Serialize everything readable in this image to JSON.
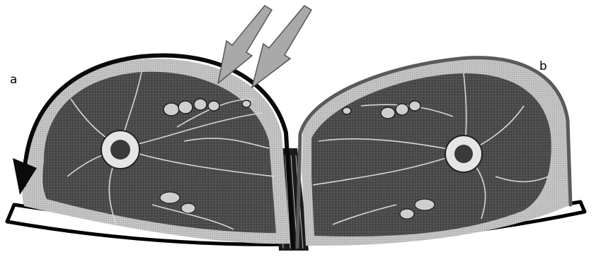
{
  "figure": {
    "panels": [
      {
        "id": "a",
        "label": "a"
      },
      {
        "id": "b",
        "label": "b"
      }
    ],
    "colors": {
      "muscle": "#4a4a4a",
      "skin": "#bdbdbd",
      "fascia": "#d6d6d6",
      "outline_a": "#0a0a0a",
      "outline_b": "#5a5a5a",
      "arrow_fill": "#a9a9a9",
      "board": "#ffffff"
    },
    "icons": [
      "pressure-arrow-icon",
      "direction-arrow-icon"
    ]
  }
}
